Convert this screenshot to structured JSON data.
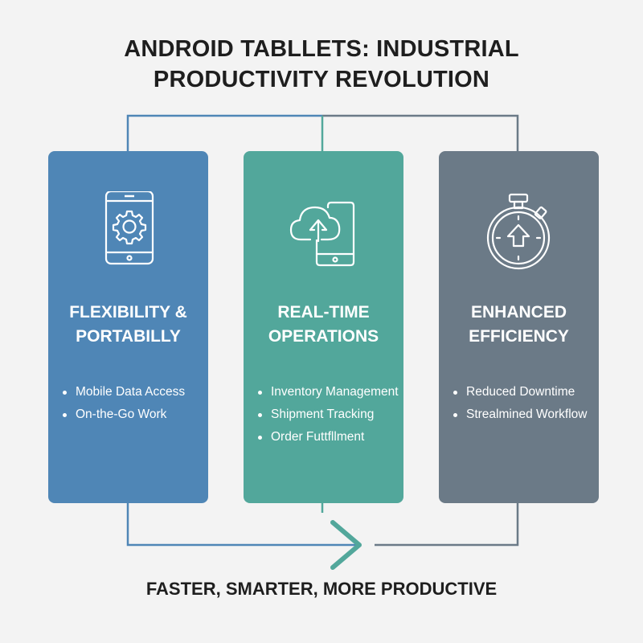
{
  "header": {
    "title_line1": "ANDROID TABLLETS: INDUSTRIAL",
    "title_line2": "PRODUCTIVITY REVOLUTION"
  },
  "cards": [
    {
      "icon": "tablet-gear-icon",
      "color": "#4f86b6",
      "heading_line1": "FLEXIBILITY &",
      "heading_line2": "PORTABILLY",
      "bullets": [
        "Mobile Data Access",
        "On-the-Go Work"
      ]
    },
    {
      "icon": "cloud-upload-tablet-icon",
      "color": "#52a79b",
      "heading_line1": "REAL-TIME",
      "heading_line2": "OPERATIONS",
      "bullets": [
        "Inventory Management",
        "Shipment Tracking",
        "Order Futtfllment"
      ]
    },
    {
      "icon": "stopwatch-arrow-icon",
      "color": "#6b7a87",
      "heading_line1": "ENHANCED",
      "heading_line2": "EFFICIENCY",
      "bullets": [
        "Reduced Downtime",
        "Strealmined Workflow"
      ]
    }
  ],
  "footer": {
    "tagline": "FASTER, SMARTER, MORE PRODUCTIVE"
  },
  "colors": {
    "background": "#f3f3f3",
    "blue": "#4f86b6",
    "teal": "#52a79b",
    "slate": "#6b7a87",
    "text": "#1e1e1e"
  }
}
